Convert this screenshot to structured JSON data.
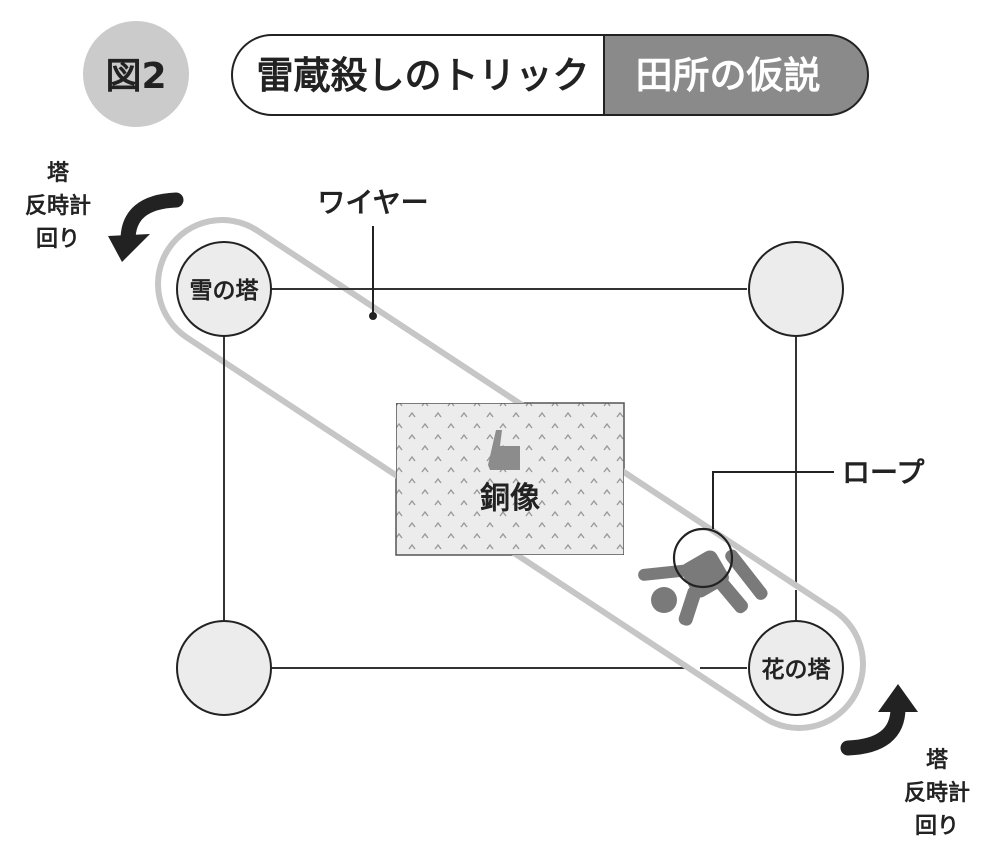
{
  "figure": {
    "badge": "図2",
    "title": "雷蔵殺しのトリック",
    "subtitle": "田所の仮説"
  },
  "towers": {
    "top_left": "雪の塔",
    "bottom_right": "花の塔"
  },
  "statue": {
    "label": "銅像"
  },
  "labels": {
    "wire": "ワイヤー",
    "rope": "ロープ"
  },
  "rotation_note_top": {
    "line1": "塔",
    "line2": "反時計",
    "line3": "回り"
  },
  "rotation_note_bottom": {
    "line1": "塔",
    "line2": "反時計",
    "line3": "回り"
  }
}
